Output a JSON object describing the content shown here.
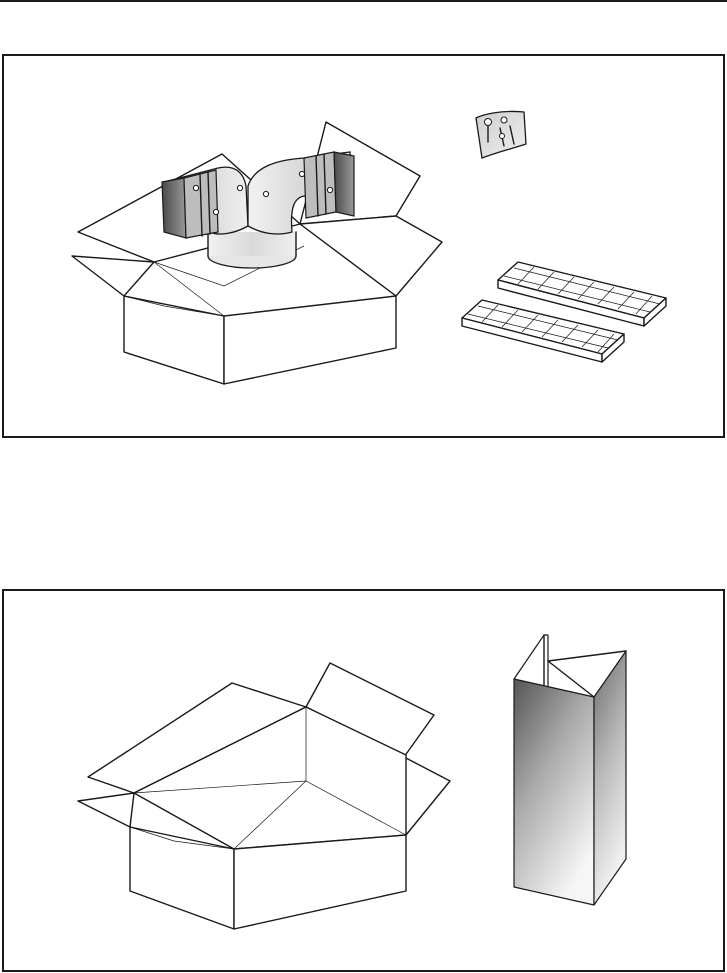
{
  "figure": {
    "panels": [
      {
        "id": "top",
        "contents": [
          "carton-box",
          "duct-connector",
          "screw-bag",
          "charcoal-filter",
          "charcoal-filter"
        ]
      },
      {
        "id": "bottom",
        "contents": [
          "carton-box",
          "chimney-cover"
        ]
      }
    ],
    "colors": {
      "line": "#1a1a1a",
      "background": "#ffffff",
      "metal_dark": "#5a5a5a",
      "metal_light": "#f4f4f4"
    }
  }
}
